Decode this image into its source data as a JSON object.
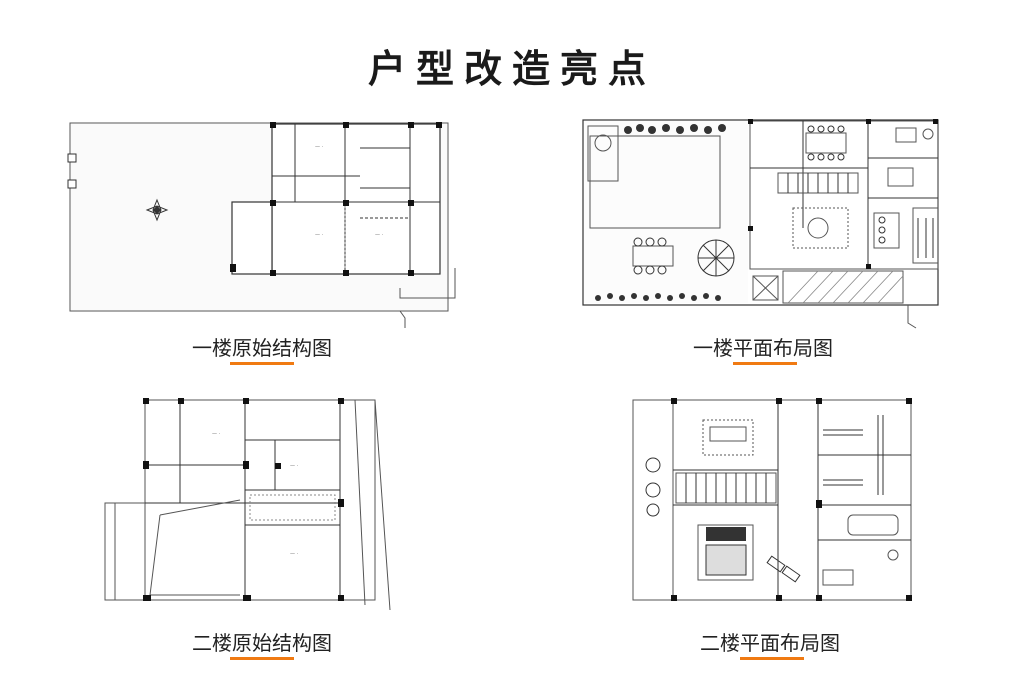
{
  "title": "户型改造亮点",
  "accent_color": "#f07a12",
  "plans": [
    {
      "id": "plan-1f-original",
      "caption": "一楼原始结构图"
    },
    {
      "id": "plan-1f-layout",
      "caption": "一楼平面布局图"
    },
    {
      "id": "plan-2f-original",
      "caption": "二楼原始结构图"
    },
    {
      "id": "plan-2f-layout",
      "caption": "二楼平面布局图"
    }
  ]
}
